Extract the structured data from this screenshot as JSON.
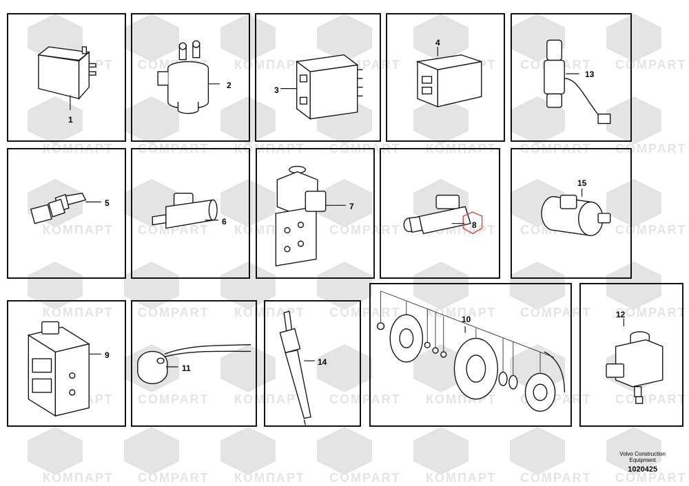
{
  "watermark": {
    "text_cyr": "КОМПАРТ",
    "text_lat": "COMPART",
    "color": "#c9c9c9"
  },
  "callouts": [
    "1",
    "2",
    "3",
    "4",
    "13",
    "5",
    "6",
    "7",
    "8",
    "15",
    "9",
    "11",
    "14",
    "10",
    "12"
  ],
  "footer": {
    "line1": "Volvo Construction",
    "line2": "Equipment",
    "code": "1020425"
  },
  "highlight_color": "#d9534f"
}
